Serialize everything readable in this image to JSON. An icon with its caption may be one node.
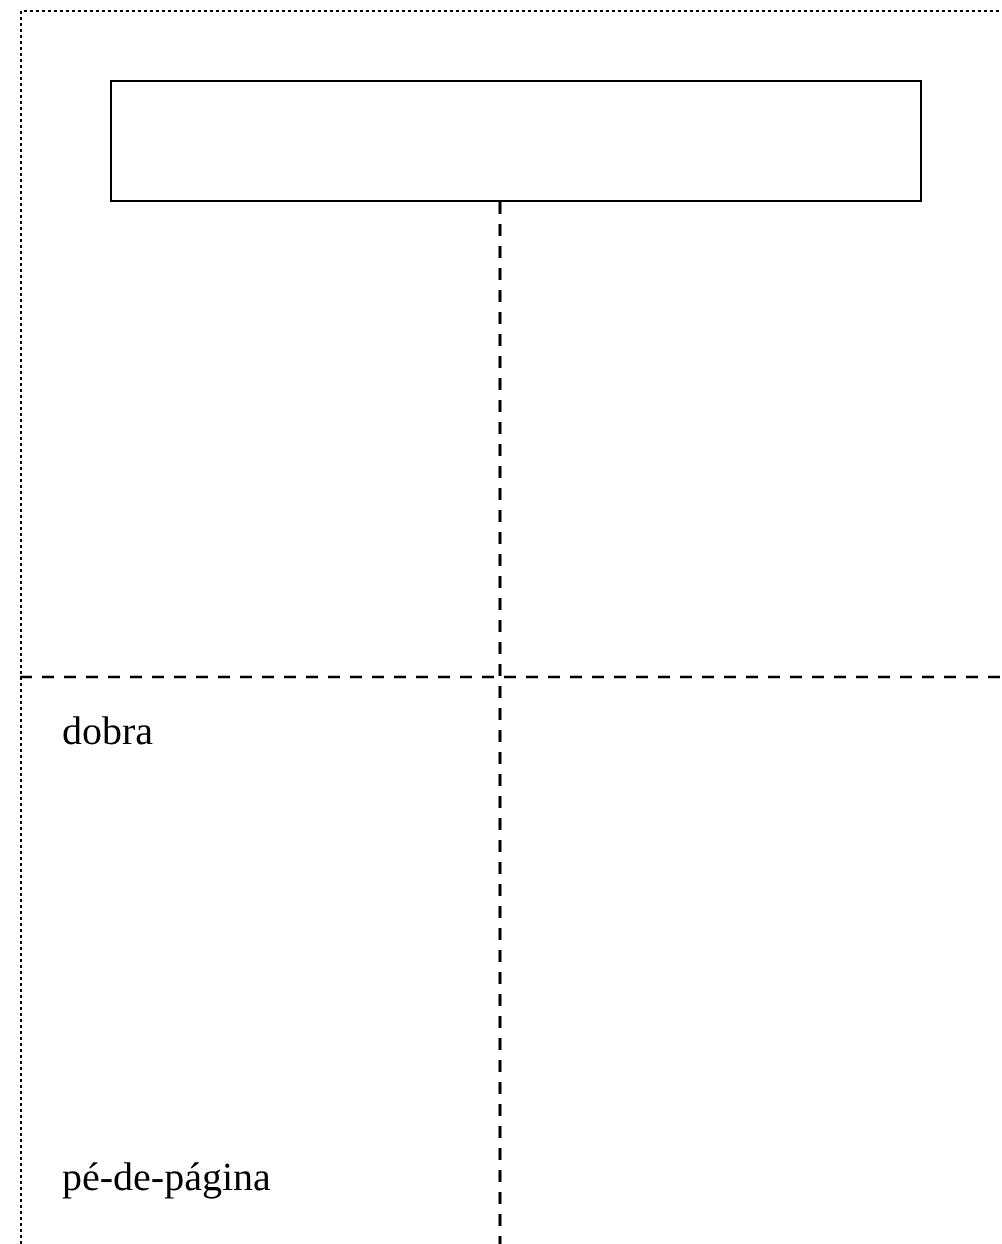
{
  "diagram": {
    "nodes": [
      {
        "text": [],
        "shape": "box"
      }
    ],
    "labels": [
      "dobra",
      "pé-de-página"
    ]
  }
}
